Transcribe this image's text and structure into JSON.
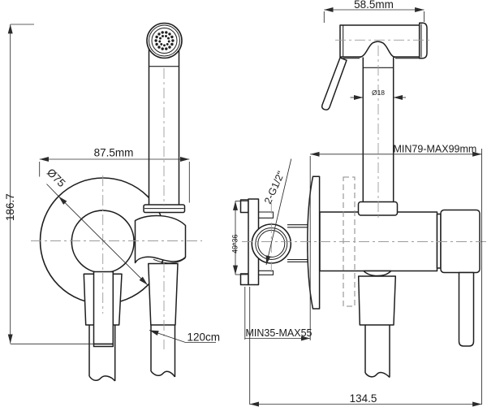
{
  "drawing": {
    "front_view": {
      "total_height": "186.7",
      "plate_width": "87.5mm",
      "plate_diameter": "Ø75",
      "hose_length": "120cm"
    },
    "side_view": {
      "sprayer_width": "58.5mm",
      "wand_diameter": "Ø18",
      "thread_spec": "2-G1/2\"",
      "plate_size": "49*36",
      "reach_range": "MIN79-MAX99mm",
      "wall_depth_range": "MIN35-MAX55",
      "overall_width": "134.5"
    }
  },
  "colors": {
    "line": "#1e1e1e",
    "thin": "#2b2b2b",
    "centerline": "#9b9b9b",
    "hidden": "#8a8a8a",
    "bg": "#ffffff"
  }
}
